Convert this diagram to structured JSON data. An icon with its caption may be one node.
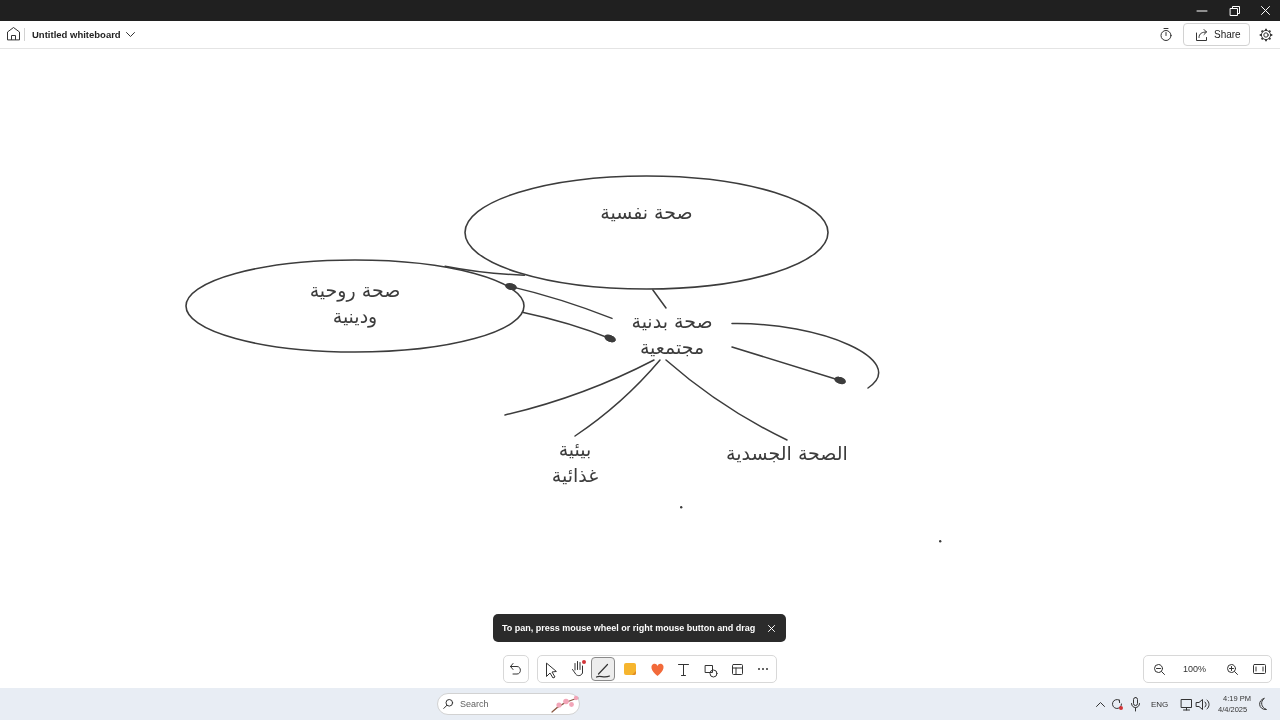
{
  "diagram": {
    "nodes": [
      {
        "text": [
          "صحة نفسية"
        ]
      },
      {
        "text": [
          "صحة روحية ودينية"
        ]
      },
      {
        "text": [
          "صحة بدنية مجتمعية"
        ]
      },
      {
        "text": [
          "بيئية غذائية"
        ]
      },
      {
        "text": [
          "الصحة الجسدية"
        ]
      }
    ],
    "edges": [
      {
        "from": 2,
        "to": 0,
        "arrow": "none"
      },
      {
        "from": 2,
        "to": 1,
        "arrow": "other"
      },
      {
        "from": 1,
        "to": 2,
        "arrow": "other"
      },
      {
        "from": 1,
        "to": 0,
        "arrow": "none"
      },
      {
        "from": 2,
        "to": null,
        "arrow": "none"
      },
      {
        "from": 2,
        "to": null,
        "arrow": "other"
      },
      {
        "from": 2,
        "to": null,
        "arrow": "none"
      },
      {
        "from": 2,
        "to": 3,
        "arrow": "none"
      },
      {
        "from": 2,
        "to": 4,
        "arrow": "none"
      }
    ],
    "labels": [
      "Untitled whiteboard",
      "Share",
      "To pan, press mouse wheel or right mouse button and drag",
      "100%",
      "Search",
      "ENG",
      "4:19 PM",
      "4/4/2025"
    ]
  }
}
